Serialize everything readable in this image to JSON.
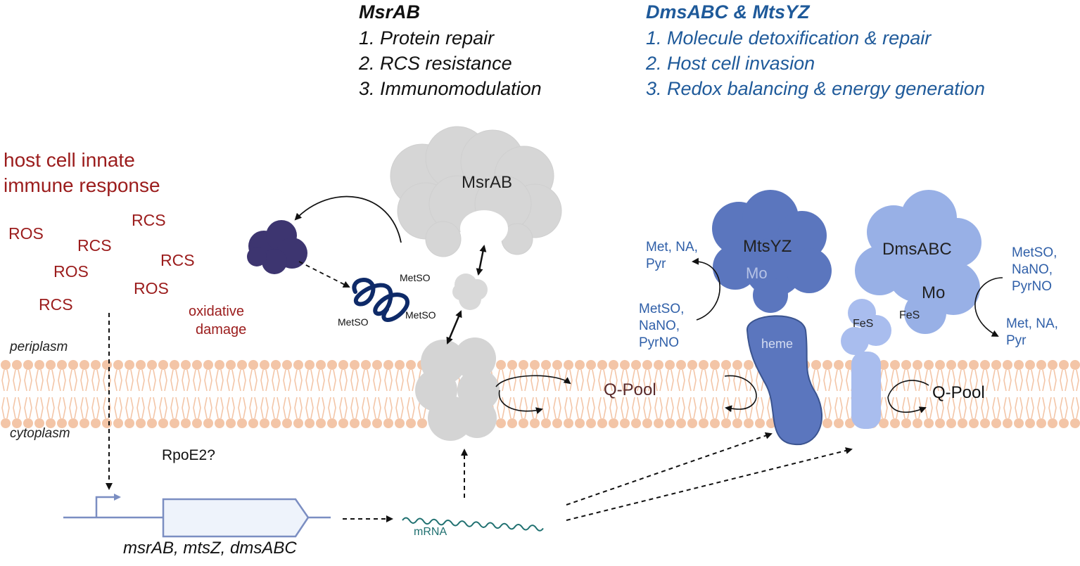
{
  "header": {
    "msrab": {
      "title": "MsrAB",
      "items": [
        "1. Protein repair",
        "2. RCS resistance",
        "3. Immunomodulation"
      ]
    },
    "dms": {
      "title": "DmsABC & MtsYZ",
      "items": [
        "1. Molecule detoxification & repair",
        "2. Host cell invasion",
        "3. Redox balancing & energy generation"
      ]
    }
  },
  "host": {
    "line1": "host cell innate",
    "line2": "immune response",
    "species": [
      "ROS",
      "RCS",
      "RCS",
      "ROS",
      "RCS",
      "ROS",
      "RCS"
    ],
    "damage_line1": "oxidative",
    "damage_line2": "damage"
  },
  "compartments": {
    "periplasm": "periplasm",
    "cytoplasm": "cytoplasm"
  },
  "regulator": "RpoE2?",
  "gene": {
    "label": "msrAB, mtsZ, dmsABC"
  },
  "mrna": "mRNA",
  "msr": {
    "name": "MsrAB",
    "metso": [
      "MetSO",
      "MetSO",
      "MetSO"
    ]
  },
  "mts": {
    "name": "MtsYZ",
    "cofactor": "Mo",
    "heme": "heme",
    "products": [
      "Met, NA,",
      "Pyr"
    ],
    "substrates": [
      "MetSO,",
      "NaNO,",
      "PyrNO"
    ]
  },
  "dms": {
    "name": "DmsABC",
    "cofactor": "Mo",
    "fes": [
      "FeS",
      "FeS"
    ],
    "substrates": [
      "MetSO,",
      "NaNO,",
      "PyrNO"
    ],
    "products": [
      "Met, NA,",
      "Pyr"
    ]
  },
  "qpool": [
    "Q-Pool",
    "Q-Pool"
  ],
  "colors": {
    "host_red": "#9b1c1c",
    "dms_blue": "#2f5fa8",
    "header_blue": "#1f5a9a",
    "membrane_peach": "#f3c5a7",
    "protein_grey": "#d4d4d4",
    "mts_blue": "#5b76be",
    "dms_light_blue": "#98b0e6",
    "substrate_purple": "#3d3570",
    "peptide_navy": "#0e2a68",
    "mrna_teal": "#1f7070"
  }
}
